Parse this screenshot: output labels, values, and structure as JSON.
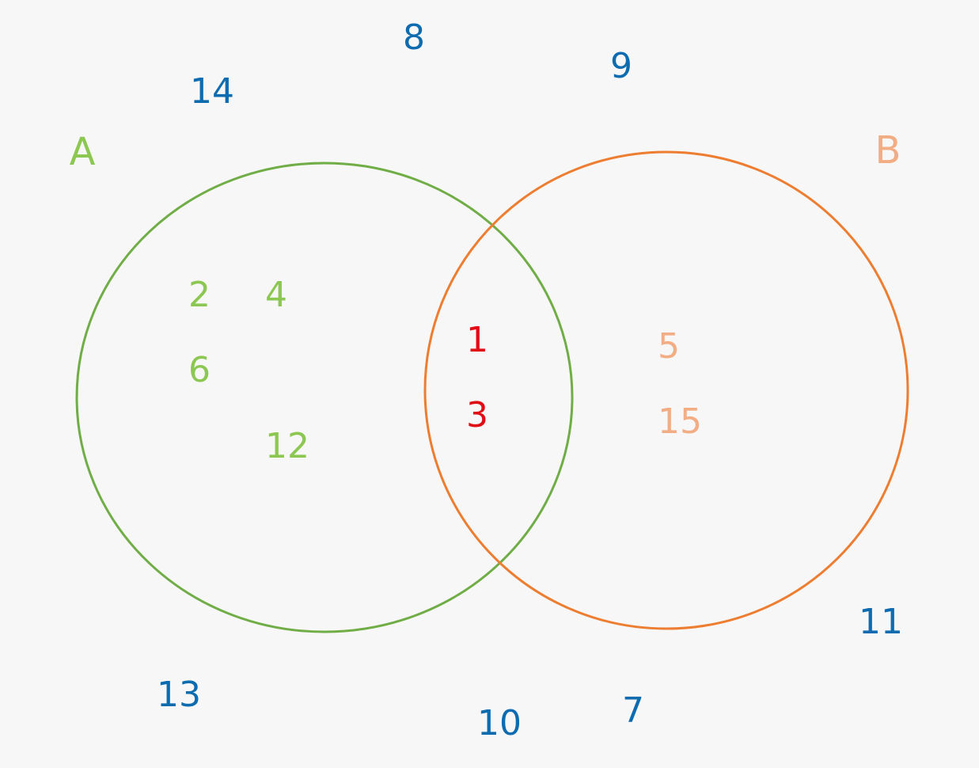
{
  "colors": {
    "background": "#f7f7f7",
    "set_a_circle": "#70ad47",
    "set_b_circle": "#ed7d31",
    "set_a_text": "#8cc751",
    "set_b_text": "#f2ad84",
    "intersection_text": "#e00d14",
    "outside_text": "#0d6bb0"
  },
  "sets": {
    "a": {
      "label": "A"
    },
    "b": {
      "label": "B"
    }
  },
  "regions": {
    "only_a": [
      "2",
      "4",
      "6",
      "12"
    ],
    "intersection": [
      "1",
      "3"
    ],
    "only_b": [
      "5",
      "15"
    ],
    "outside": [
      "8",
      "9",
      "14",
      "11",
      "13",
      "10",
      "7"
    ]
  }
}
